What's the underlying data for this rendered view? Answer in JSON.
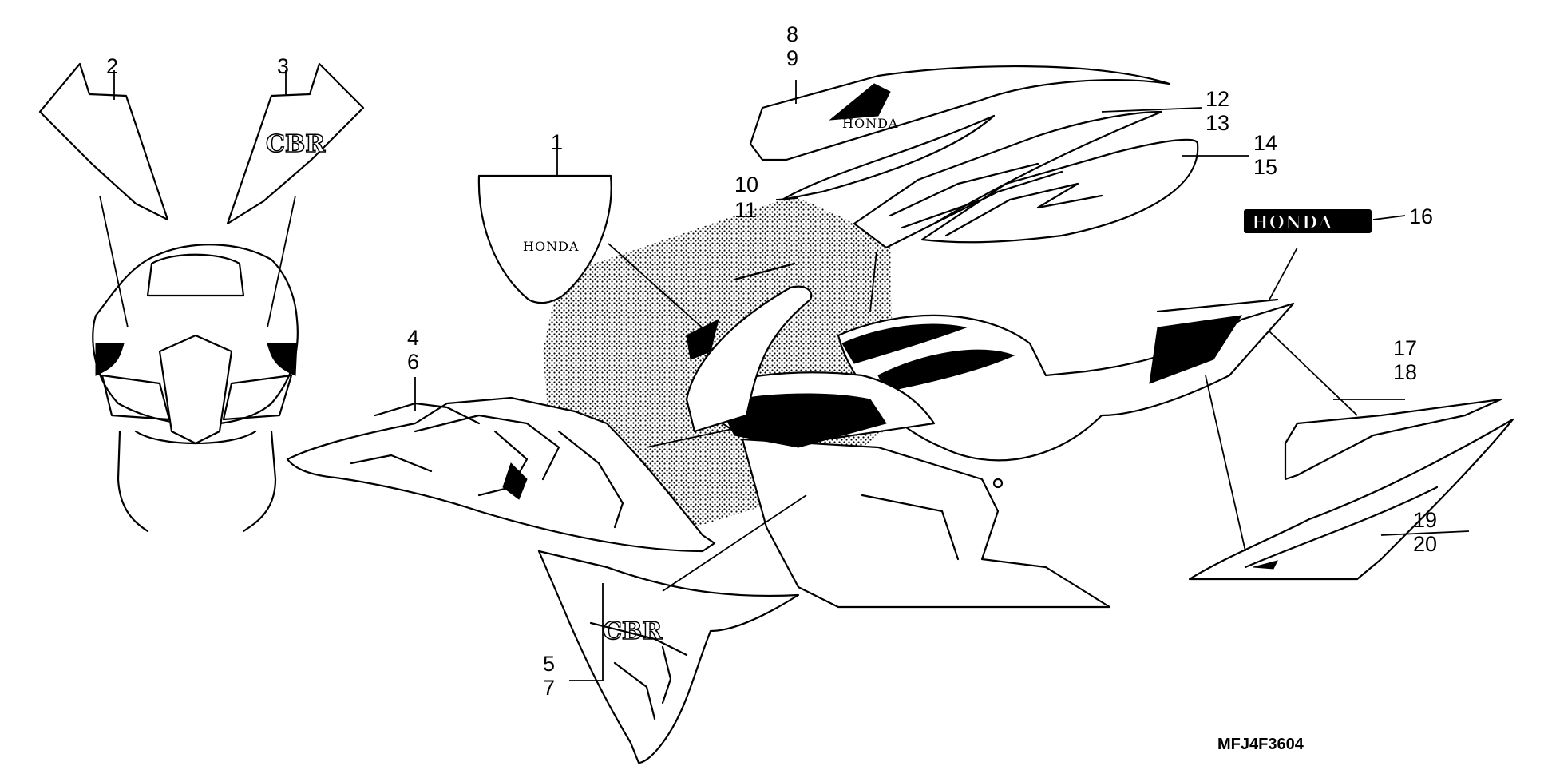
{
  "diagram": {
    "code": "MFJ4F3604",
    "brand": "HONDA",
    "model_logo": "CBR",
    "callouts": {
      "c1": "1",
      "c2": "2",
      "c3": "3",
      "c4": "4",
      "c6": "6",
      "c5": "5",
      "c7": "7",
      "c8": "8",
      "c9": "9",
      "c10": "10",
      "c11": "11",
      "c12": "12",
      "c13": "13",
      "c14": "14",
      "c15": "15",
      "c16": "16",
      "c17": "17",
      "c18": "18",
      "c19": "19",
      "c20": "20"
    },
    "colors": {
      "line": "#000000",
      "background": "#ffffff"
    }
  }
}
